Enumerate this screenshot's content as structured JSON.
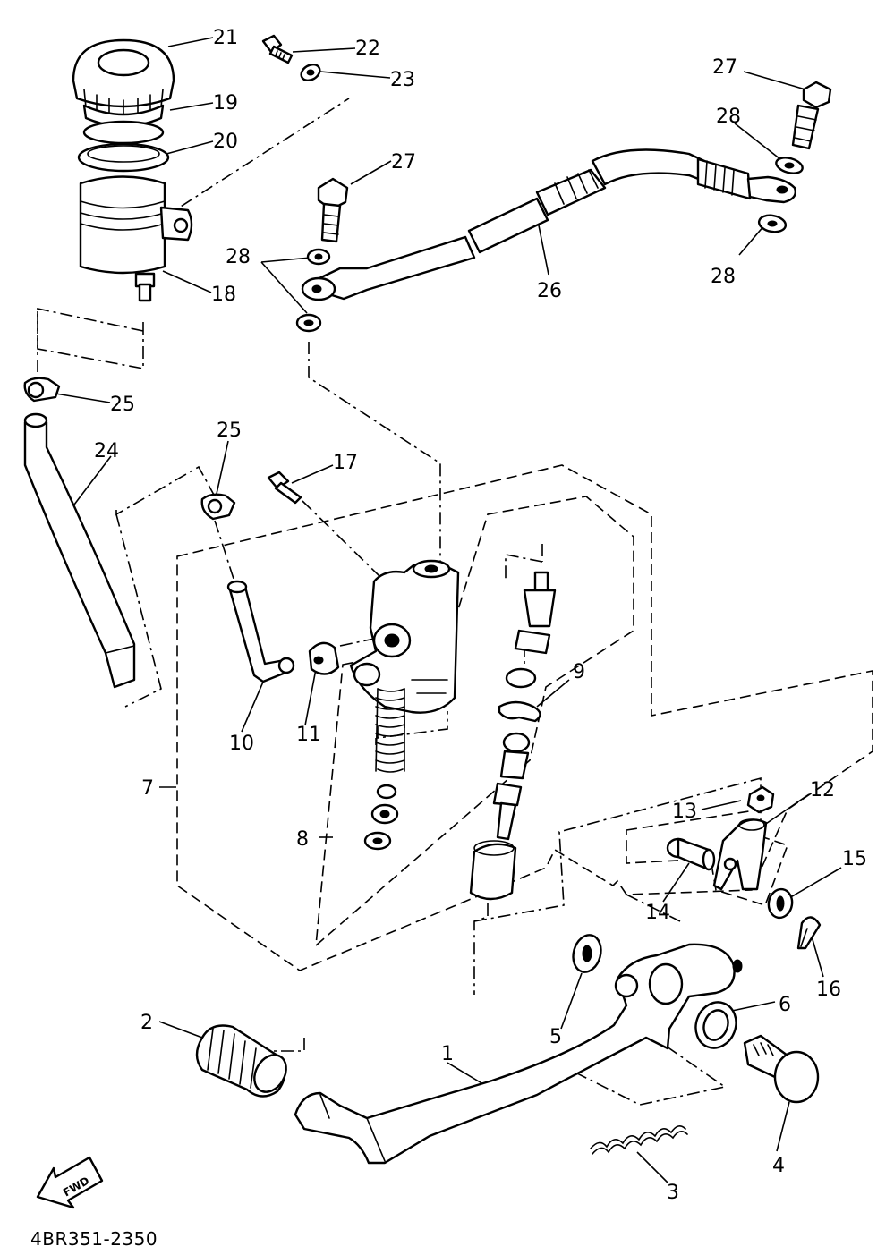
{
  "diagram": {
    "drawing_code": "4BR351-2350",
    "direction_label": "FWD",
    "callouts": {
      "c1": "1",
      "c2": "2",
      "c3": "3",
      "c4": "4",
      "c5": "5",
      "c6": "6",
      "c7": "7",
      "c8": "8",
      "c9": "9",
      "c10": "10",
      "c11": "11",
      "c12": "12",
      "c13": "13",
      "c14": "14",
      "c15": "15",
      "c16": "16",
      "c17": "17",
      "c18": "18",
      "c19": "19",
      "c20": "20",
      "c21": "21",
      "c22": "22",
      "c23": "23",
      "c24": "24",
      "c25a": "25",
      "c25b": "25",
      "c26": "26",
      "c27a": "27",
      "c27b": "27",
      "c28a": "28",
      "c28b": "28",
      "c28c": "28"
    }
  }
}
